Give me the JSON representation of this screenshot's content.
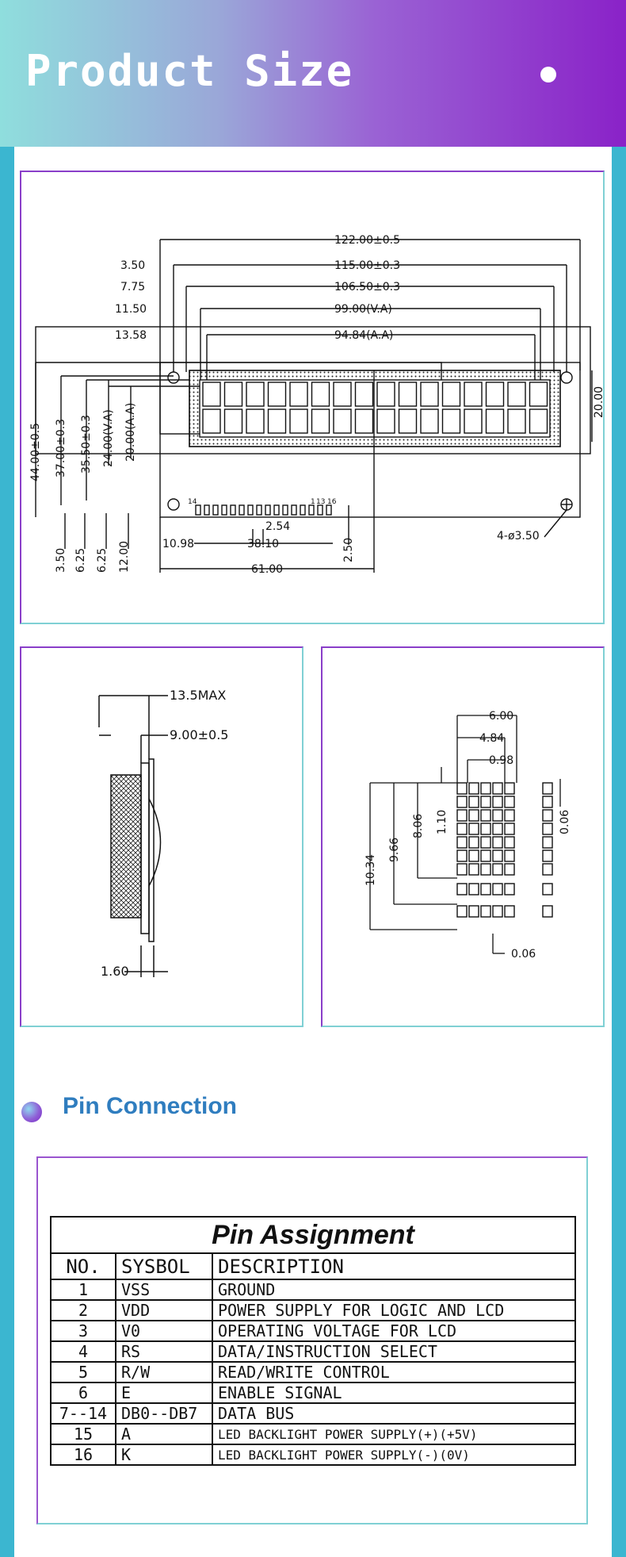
{
  "header": {
    "title": "Product Size"
  },
  "main_drawing": {
    "top_dims": [
      "122.00±0.5",
      "115.00±0.3",
      "106.50±0.3",
      "99.00(V.A)",
      "94.84(A.A)"
    ],
    "left_offsets": [
      "3.50",
      "7.75",
      "11.50",
      "13.58"
    ],
    "vertical_dims": [
      "44.00±0.5",
      "37.00±0.3",
      "35.50±0.3",
      "24.00(V.A)",
      "20.00(A.A)"
    ],
    "right_dim": "20.00",
    "bottom_dims": [
      "3.50",
      "6.25",
      "6.25",
      "12.00",
      "10.98",
      "38.10",
      "2.50",
      "61.00"
    ],
    "pitch": "2.54",
    "hole": "4-ø3.50",
    "pin_labels": [
      "14",
      "1",
      "13",
      "16"
    ]
  },
  "side_drawing": {
    "thickness": "13.5MAX",
    "module": "9.00±0.5",
    "pcb": "1.60"
  },
  "char_drawing": {
    "top_dims": [
      "6.00",
      "4.84",
      "0.98"
    ],
    "left_dims": [
      "10.34",
      "9.66",
      "8.06",
      "1.10"
    ],
    "right_dim": "0.06",
    "bottom_dim": "0.06"
  },
  "pin_section": {
    "title": "Pin Connection"
  },
  "pin_table": {
    "title": "Pin Assignment",
    "headers": [
      "NO.",
      "SYSBOL",
      "DESCRIPTION"
    ],
    "rows": [
      [
        "1",
        "VSS",
        "GROUND"
      ],
      [
        "2",
        "VDD",
        "POWER SUPPLY FOR LOGIC AND LCD"
      ],
      [
        "3",
        "V0",
        "OPERATING VOLTAGE FOR LCD"
      ],
      [
        "4",
        "RS",
        "DATA/INSTRUCTION SELECT"
      ],
      [
        "5",
        "R/W",
        "READ/WRITE CONTROL"
      ],
      [
        "6",
        "E",
        "ENABLE SIGNAL"
      ],
      [
        "7--14",
        "DB0--DB7",
        "DATA BUS"
      ],
      [
        "15",
        "A",
        "LED BACKLIGHT POWER SUPPLY(+)(+5V)"
      ],
      [
        "16",
        "K",
        "LED BACKLIGHT POWER SUPPLY(-)(0V)"
      ]
    ]
  }
}
